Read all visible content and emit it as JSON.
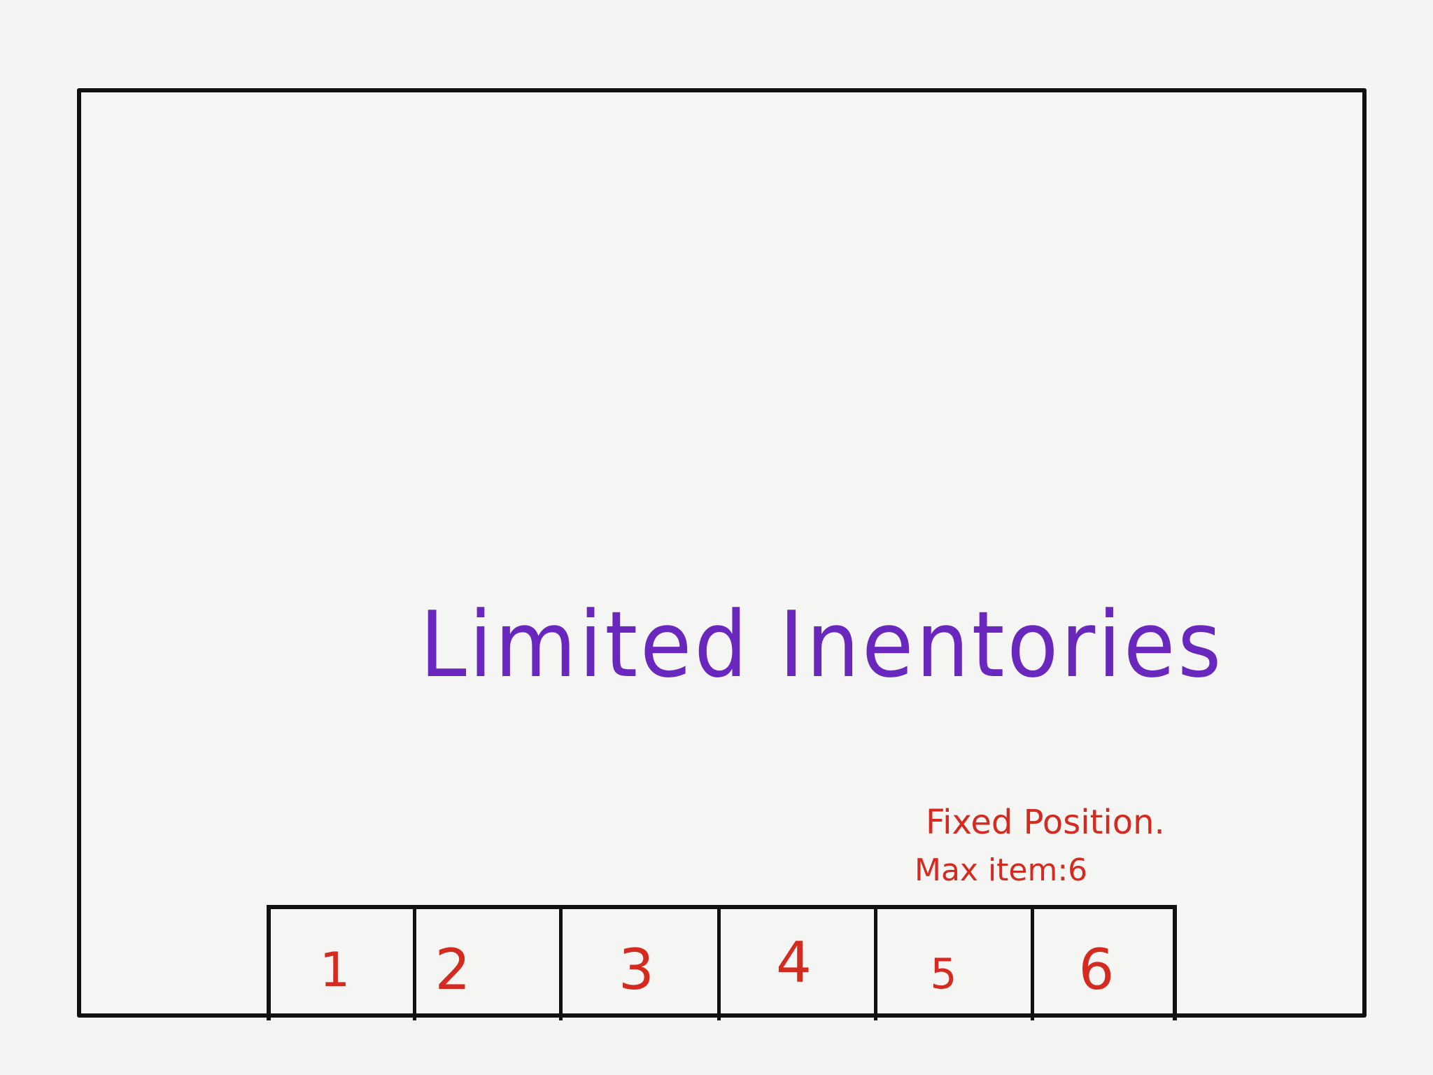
{
  "title": "Limited Inentories",
  "notes": {
    "line1": "Fixed Position.",
    "line2": "Max item:6"
  },
  "inventory": {
    "slots": [
      {
        "label": "1"
      },
      {
        "label": "2"
      },
      {
        "label": "3"
      },
      {
        "label": "4"
      },
      {
        "label": "5"
      },
      {
        "label": "6"
      }
    ]
  },
  "colors": {
    "title": "#6a27be",
    "notes": "#d42a1f",
    "outline": "#111111",
    "paper": "#f4f4f3"
  }
}
